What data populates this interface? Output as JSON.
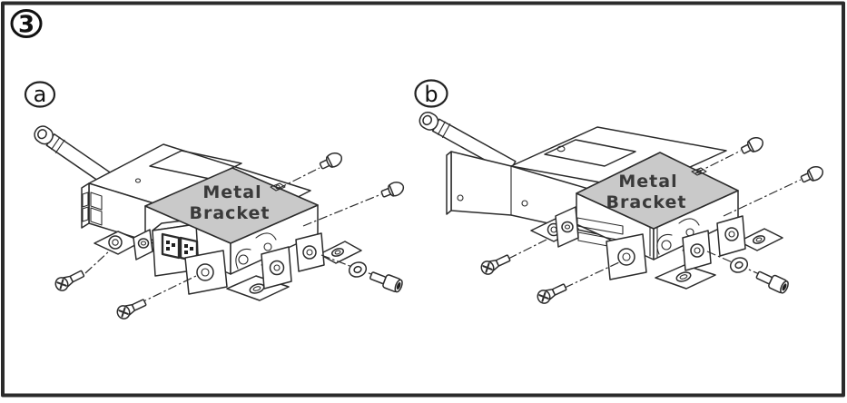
{
  "figure": {
    "step_badge": "3",
    "assemblies": [
      {
        "label": "a",
        "bracket_label": {
          "line1": "Metal",
          "line2": "Bracket"
        }
      },
      {
        "label": "b",
        "bracket_label": {
          "line1": "Metal",
          "line2": "Bracket"
        }
      }
    ]
  },
  "colors": {
    "background": "#ffffff",
    "border": "#000000",
    "line": "#2b2b2b",
    "bracket_fill": "#c9c9c9",
    "bracket_text": "#3a3a3a",
    "connector_contact": "#1e1e1e"
  }
}
